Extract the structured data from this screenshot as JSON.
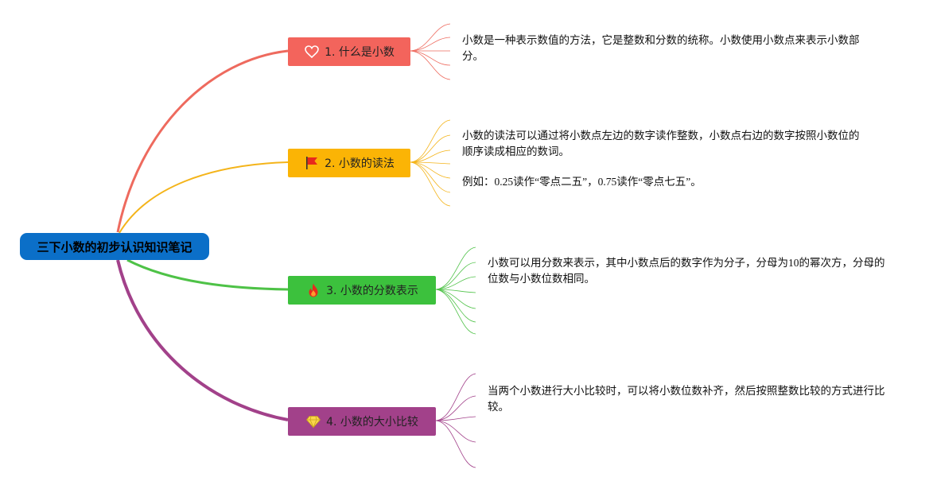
{
  "root": {
    "label": "三下小数的初步认识知识笔记",
    "color": "#0b6fc8"
  },
  "branches": [
    {
      "label": "1. 什么是小数",
      "icon": "heart-icon",
      "color": "#f3645c",
      "note": [
        "小数是一种表示数值的方法，它是整数和分数的统称。小数使用小数点来表示小数部分。"
      ]
    },
    {
      "label": "2. 小数的读法",
      "icon": "flag-icon",
      "color": "#fbb405",
      "note": [
        "小数的读法可以通过将小数点左边的数字读作整数，小数点右边的数字按照小数位的顺序读成相应的数词。",
        "例如：0.25读作“零点二五”，0.75读作“零点七五”。"
      ]
    },
    {
      "label": "3. 小数的分数表示",
      "icon": "fire-icon",
      "color": "#3cc13d",
      "note": [
        "小数可以用分数来表示，其中小数点后的数字作为分子，分母为10的幂次方，分母的位数与小数位数相同。"
      ]
    },
    {
      "label": "4. 小数的大小比较",
      "icon": "diamond-icon",
      "color": "#a2418a",
      "note": [
        "当两个小数进行大小比较时，可以将小数位数补齐，然后按照整数比较的方式进行比较。"
      ]
    }
  ]
}
